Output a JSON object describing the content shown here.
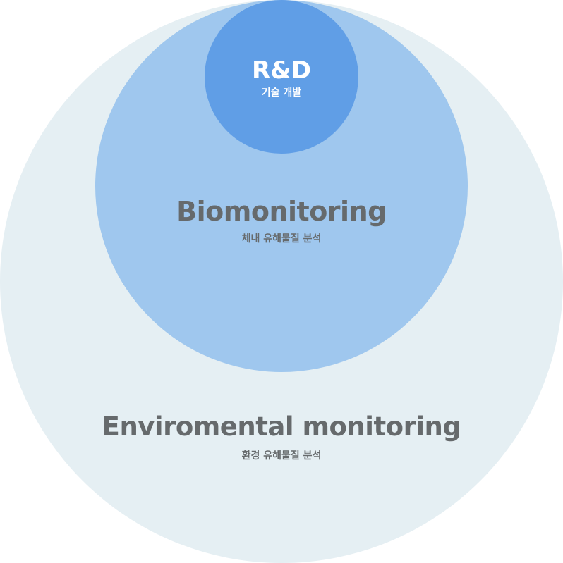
{
  "diagram": {
    "outer": {
      "title": "Enviromental monitoring",
      "subtitle": "환경 유해물질 분석",
      "color": "#e5eff3"
    },
    "middle": {
      "title": "Biomonitoring",
      "subtitle": "체내 유해물질 분석",
      "color": "#9fc7ee"
    },
    "inner": {
      "title": "R&D",
      "subtitle": "기술 개발",
      "color": "#609ee6"
    }
  }
}
